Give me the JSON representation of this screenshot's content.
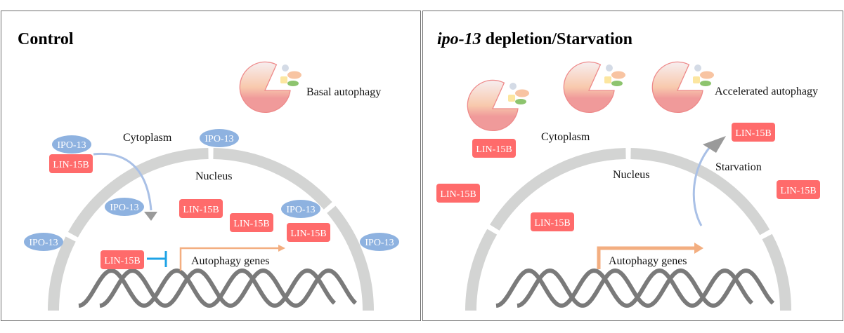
{
  "colors": {
    "envelope": "#d3d4d3",
    "dna": "#7a7a7a",
    "lin15b_fill": "#ff6b6b",
    "ipo13_fill": "#8eb2e0",
    "import_arrow": "#a9c0e6",
    "arrow_head": "#9a9a9a",
    "transcription_arrow": "#f3ae80",
    "inhibit": "#1ea3e6",
    "autophagosome_top": "#f7eef0",
    "autophagosome_mid": "#f8c9ad",
    "autophagosome_bottom": "#f09a9a",
    "autophagosome_stroke": "#ee8a8a",
    "cargo_gray": "#d4dbe6",
    "cargo_orange": "#f8c4a2",
    "cargo_yellow": "#fce6a0",
    "cargo_green": "#8dc46e"
  },
  "left": {
    "title": "Control",
    "autophagy_label": "Basal autophagy",
    "cytoplasm_label": "Cytoplasm",
    "nucleus_label": "Nucleus",
    "genes_label": "Autophagy genes",
    "ipo13": [
      "IPO-13",
      "IPO-13",
      "IPO-13",
      "IPO-13",
      "IPO-13",
      "IPO-13"
    ],
    "lin15b": [
      "LIN-15B",
      "LIN-15B",
      "LIN-15B",
      "LIN-15B",
      "LIN-15B"
    ]
  },
  "right": {
    "title_italic": "ipo-13",
    "title_rest": " depletion/Starvation",
    "autophagy_label": "Accelerated autophagy",
    "cytoplasm_label": "Cytoplasm",
    "nucleus_label": "Nucleus",
    "starvation_label": "Starvation",
    "genes_label": "Autophagy genes",
    "lin15b": [
      "LIN-15B",
      "LIN-15B",
      "LIN-15B",
      "LIN-15B",
      "LIN-15B"
    ]
  }
}
